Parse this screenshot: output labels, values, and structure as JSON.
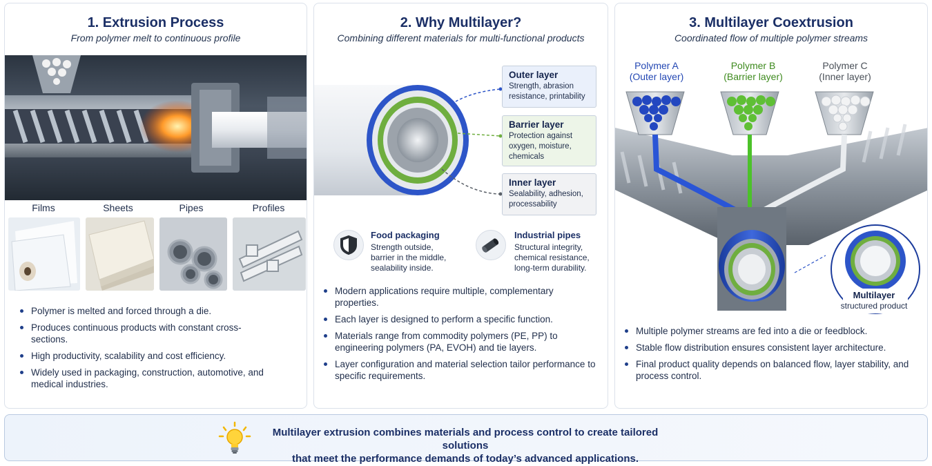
{
  "panel1": {
    "title": "1. Extrusion Process",
    "subtitle": "From polymer melt to continuous profile",
    "products": [
      {
        "label": "Films"
      },
      {
        "label": "Sheets"
      },
      {
        "label": "Pipes"
      },
      {
        "label": "Profiles"
      }
    ],
    "bullets": [
      "Polymer is melted and forced through a die.",
      "Produces continuous products with constant cross-sections.",
      "High productivity, scalability and cost efficiency.",
      "Widely used in packaging, construction, automotive, and medical industries."
    ]
  },
  "panel2": {
    "title": "2. Why Multilayer?",
    "subtitle": "Combining different materials for multi-functional products",
    "layers": [
      {
        "title": "Outer layer",
        "desc": "Strength, abrasion resistance, printability"
      },
      {
        "title": "Barrier layer",
        "desc": "Protection against oxygen, moisture, chemicals"
      },
      {
        "title": "Inner layer",
        "desc": "Sealability, adhesion, processability"
      }
    ],
    "applications": [
      {
        "title": "Food packaging",
        "desc": "Strength outside, barrier in the middle, sealability inside."
      },
      {
        "title": "Industrial pipes",
        "desc": "Structural integrity, chemical resistance, long-term durability."
      }
    ],
    "bullets": [
      "Modern applications require multiple, complementary properties.",
      "Each layer is designed to perform a specific function.",
      "Materials range from commodity polymers (PE, PP) to engineering polymers (PA, EVOH) and tie layers.",
      "Layer configuration and material selection tailor performance to specific requirements."
    ]
  },
  "panel3": {
    "title": "3. Multilayer Coextrusion",
    "subtitle": "Coordinated flow of multiple polymer streams",
    "polymers": [
      {
        "name": "Polymer A",
        "role": "(Outer layer)"
      },
      {
        "name": "Polymer B",
        "role": "(Barrier layer)"
      },
      {
        "name": "Polymer C",
        "role": "(Inner layer)"
      }
    ],
    "product_title": "Multilayer",
    "product_sub": "structured product",
    "bullets": [
      "Multiple polymer streams are fed into a die or feedblock.",
      "Stable flow distribution ensures consistent layer architecture.",
      "Final product quality depends on balanced flow, layer stability, and process control."
    ]
  },
  "footer": {
    "line1": "Multilayer extrusion combines materials and process control to create tailored solutions",
    "line2": "that meet the performance demands of today’s advanced applications."
  },
  "colors": {
    "heading": "#1b2f66",
    "outer_layer": "#2d55c8",
    "barrier_layer": "#6fae3f",
    "inner_layer": "#9ca3ab",
    "polymer_a": "#2347b3",
    "polymer_b": "#3e8a1e",
    "polymer_c": "#4a5058"
  },
  "icons": {
    "packaging": "shield-icon",
    "pipes": "pipe-icon",
    "footer": "lightbulb-icon"
  }
}
